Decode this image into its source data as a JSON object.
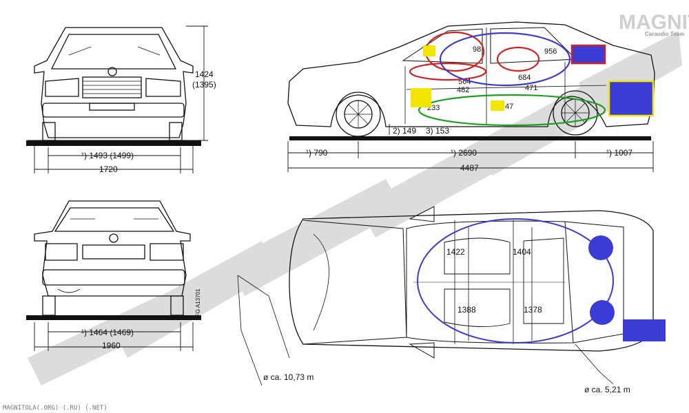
{
  "watermark": {
    "brand": "MAGNITOLA",
    "team": "Caraudio Team",
    "footer": "MAGNITOLA(.ORG) (.RU) (.NET)"
  },
  "front_view": {
    "height": "1424",
    "height_alt": "(1395)",
    "track": "¹) 1493 (1499)",
    "width": "1720"
  },
  "rear_view": {
    "track": "¹) 1464 (1469)",
    "width": "1960",
    "figure_code": "FG A13701"
  },
  "side_view": {
    "front_overhang": "¹) 790",
    "wheelbase": "¹) 2690",
    "rear_overhang": "¹) 1007",
    "length": "4487",
    "clearance_a": "2) 149",
    "clearance_b": "3) 153",
    "interior": {
      "d98": "98",
      "d956": "956",
      "d684": "684",
      "d564": "564",
      "d482": "482",
      "d471": "471",
      "d233": "233",
      "d47": "47"
    }
  },
  "top_view": {
    "front_width": "1422",
    "rear_width": "1404",
    "front_seat": "1388",
    "rear_seat": "1378",
    "turning_circle": "ø ca. 10,73 m",
    "turning_circle_2": "ø ca. 5,21 m"
  },
  "colors": {
    "red": "#d42020",
    "blue": "#3a3ad0",
    "green": "#1aa01a",
    "yellow": "#f2e600",
    "fill_blue": "#3b3bd6"
  }
}
